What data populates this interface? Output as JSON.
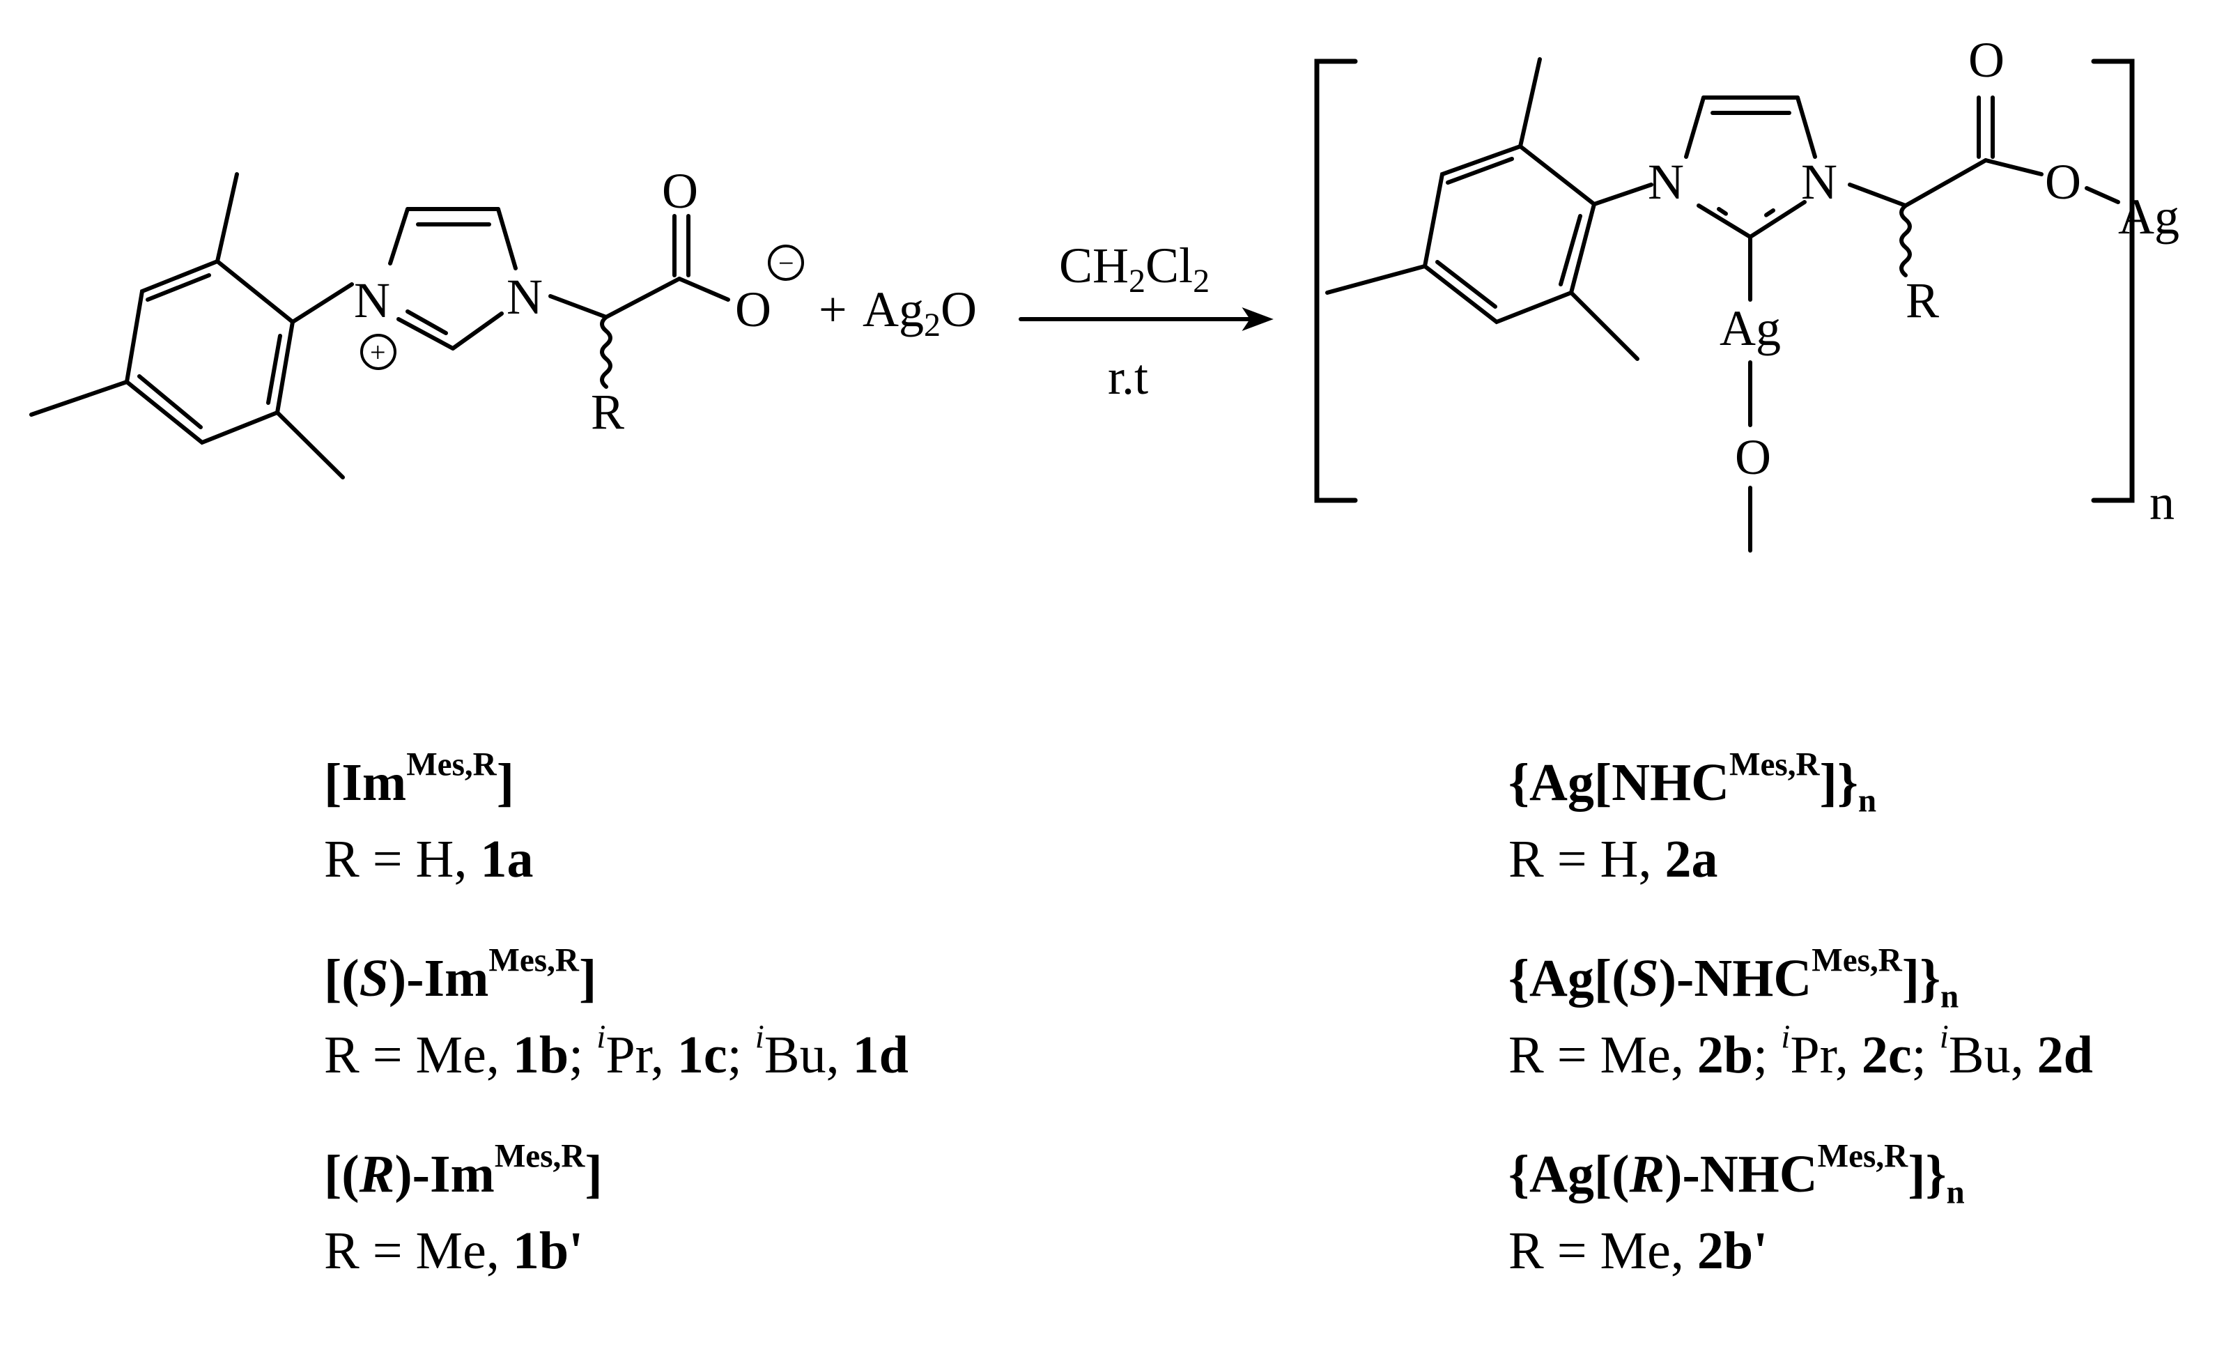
{
  "reaction": {
    "plus": "+",
    "reagent_main": "Ag",
    "reagent_sub": "2",
    "reagent_tail": "O",
    "solvent_main": "CH",
    "solvent_sub1": "2",
    "solvent_mid": "Cl",
    "solvent_sub2": "2",
    "condition": "r.t"
  },
  "atoms": {
    "N": "N",
    "O": "O",
    "Ag": "Ag",
    "R": "R",
    "n": "n",
    "plus_charge": "+",
    "minus_charge": "−"
  },
  "legend_left": [
    {
      "name_prefix": "[",
      "name_stereo": "",
      "name_mid": "Im",
      "name_sup": "Mes,R",
      "name_suffix": "]",
      "cond": "R = H, ",
      "cmpd": "1a"
    },
    {
      "name_prefix": "[(",
      "name_stereo": "S",
      "name_mid": ")-Im",
      "name_sup": "Mes,R",
      "name_suffix": "]",
      "cond": "R = Me, ",
      "cmpd": "1b",
      "sep1": "; ",
      "sub1_sup": "i",
      "sub1_txt": "Pr, ",
      "cmpd2": "1c",
      "sep2": "; ",
      "sub2_sup": "i",
      "sub2_txt": "Bu, ",
      "cmpd3": "1d"
    },
    {
      "name_prefix": "[(",
      "name_stereo": "R",
      "name_mid": ")-Im",
      "name_sup": "Mes,R",
      "name_suffix": "]",
      "cond": "R = Me, ",
      "cmpd": "1b'"
    }
  ],
  "legend_right": [
    {
      "name_prefix": "{Ag[",
      "name_stereo": "",
      "name_mid": "NHC",
      "name_sup": "Mes,R",
      "name_suffix": "]}",
      "name_sub": "n",
      "cond": "R = H, ",
      "cmpd": "2a"
    },
    {
      "name_prefix": "{Ag[(",
      "name_stereo": "S",
      "name_mid": ")-NHC",
      "name_sup": "Mes,R",
      "name_suffix": "]}",
      "name_sub": "n",
      "cond": "R = Me, ",
      "cmpd": "2b",
      "sep1": "; ",
      "sub1_sup": "i",
      "sub1_txt": "Pr, ",
      "cmpd2": "2c",
      "sep2": "; ",
      "sub2_sup": "i",
      "sub2_txt": "Bu, ",
      "cmpd3": "2d"
    },
    {
      "name_prefix": "{Ag[(",
      "name_stereo": "R",
      "name_mid": ")-NHC",
      "name_sup": "Mes,R",
      "name_suffix": "]}",
      "name_sub": "n",
      "cond": "R = Me, ",
      "cmpd": "2b'"
    }
  ]
}
